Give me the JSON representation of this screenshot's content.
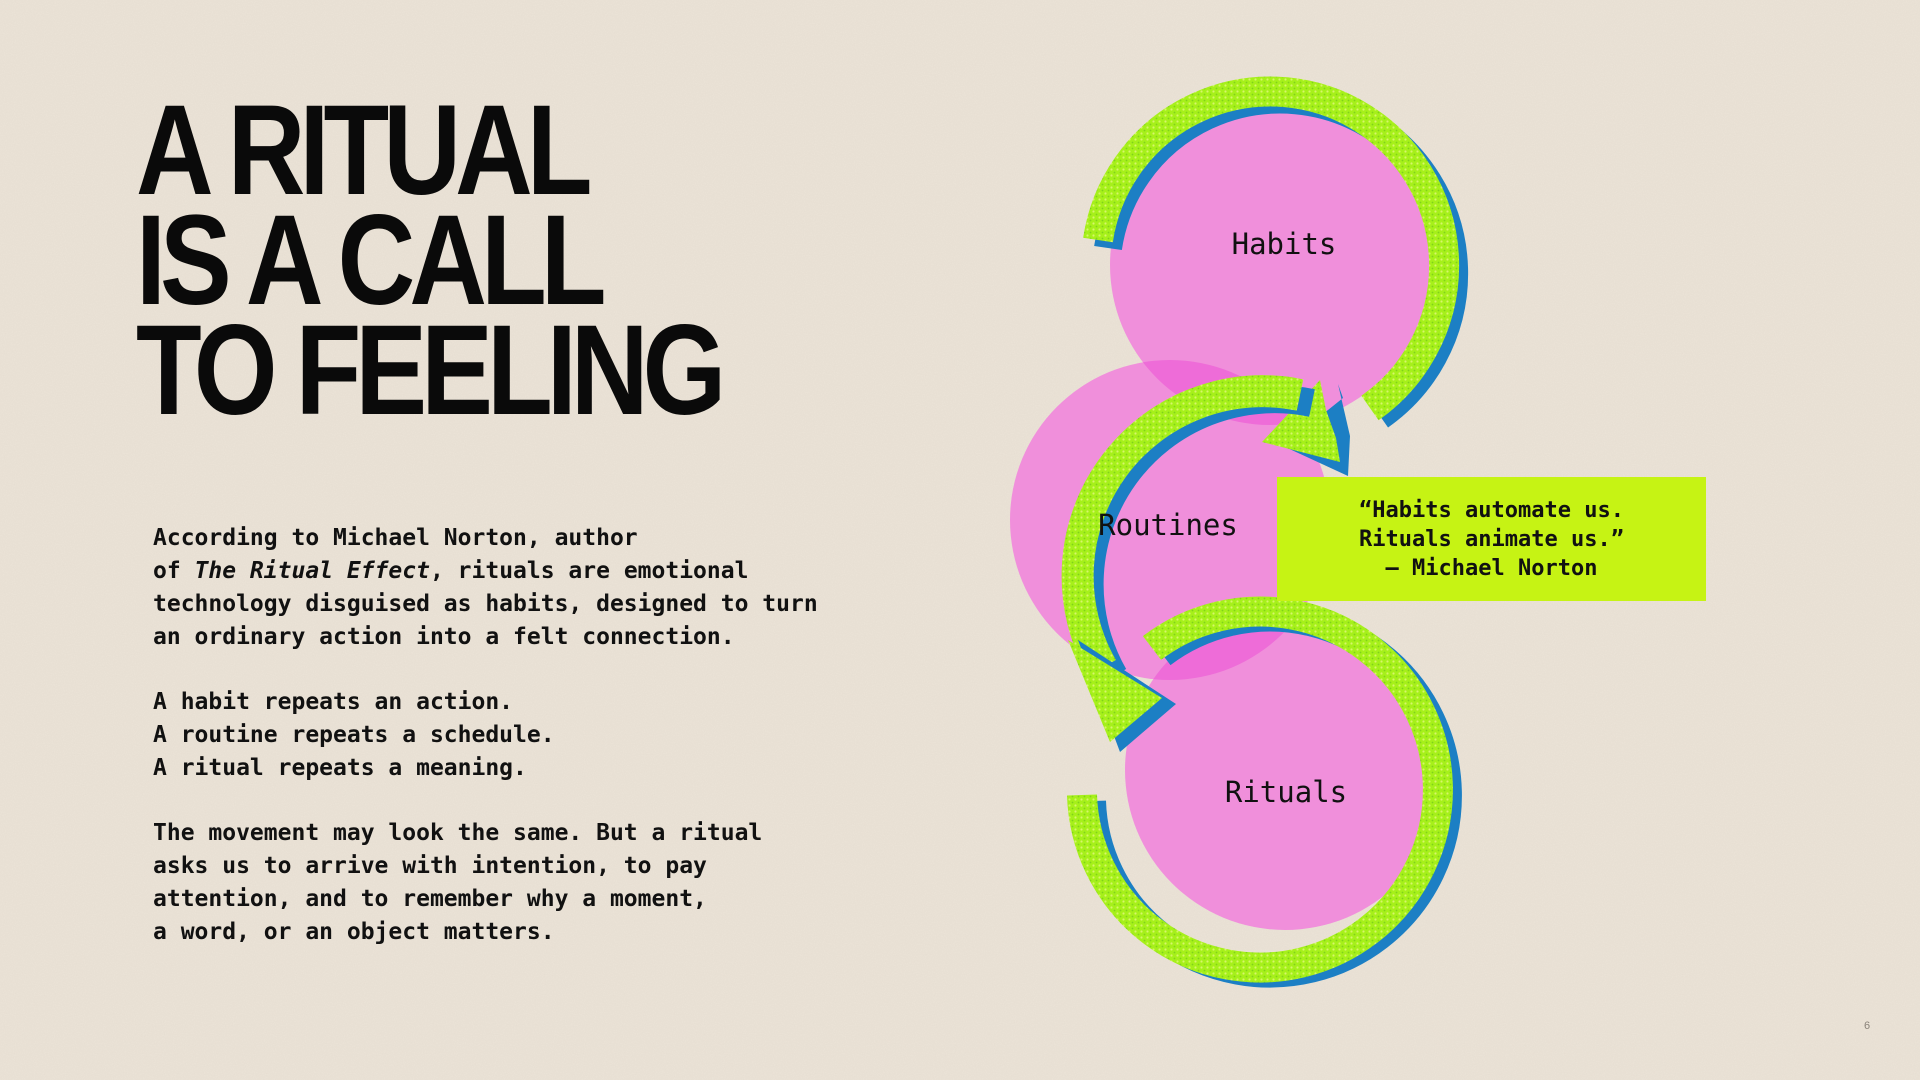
{
  "slide": {
    "title_lines": [
      "A RITUAL",
      "IS A CALL",
      "TO FEELING"
    ],
    "intro": {
      "line1": "According to Michael Norton, author",
      "line2_pre": "of ",
      "book_title": "The Ritual Effect",
      "line2_post": ", rituals are emotional",
      "line3": "technology disguised as habits, designed to turn",
      "line4": "an ordinary action into a felt connection."
    },
    "definitions": [
      "A habit repeats an action.",
      "A routine repeats a schedule.",
      "A ritual repeats a meaning."
    ],
    "closing": [
      "The movement may look the same. But a ritual",
      "asks us to arrive with intention, to pay",
      "attention, and to remember why a moment,",
      "a word, or an object matters."
    ],
    "page_number": "6"
  },
  "diagram": {
    "labels": [
      "Habits",
      "Routines",
      "Rituals"
    ],
    "quote": {
      "line1": "“Habits automate us.",
      "line2": "Rituals animate us.”",
      "attribution": "— Michael Norton"
    },
    "colors": {
      "background": "#ece4d8",
      "circle_fill": "#f08fdb",
      "circle_overlap": "#ee6cd8",
      "arrow_green": "#a6f01a",
      "arrow_shadow": "#1c7fc4",
      "quote_box": "#c6f314"
    }
  }
}
